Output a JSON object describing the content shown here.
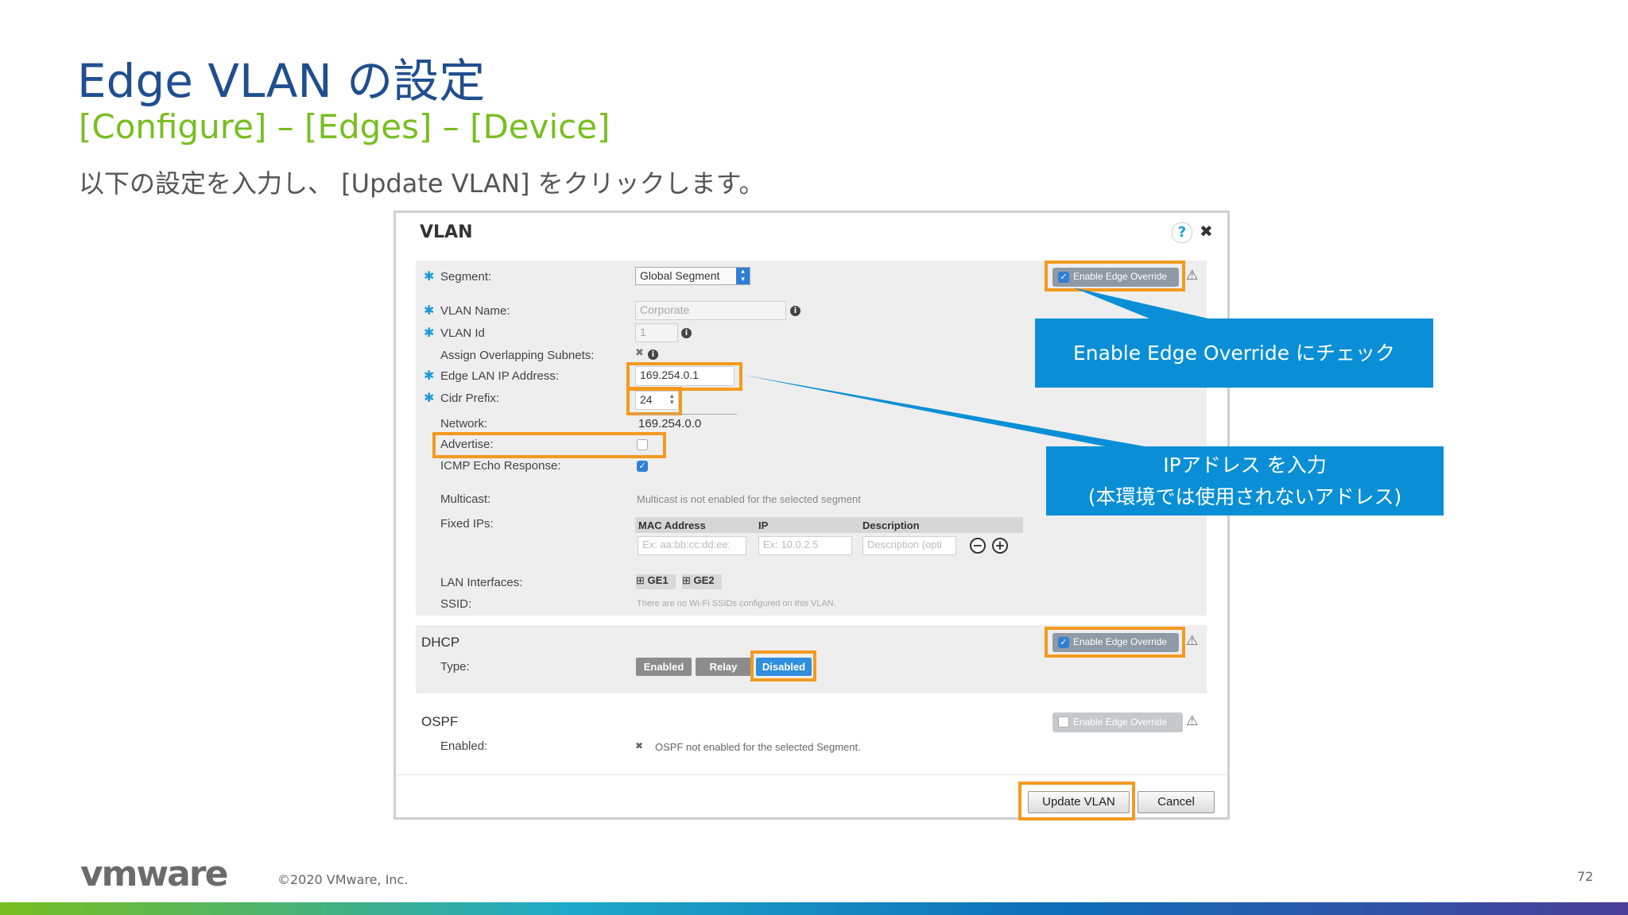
{
  "slide": {
    "title": "Edge VLAN の設定",
    "subtitle": "[Configure] – [Edges] – [Device]",
    "description": "以下の設定を入力し、 [Update VLAN] をクリックします。"
  },
  "dialog": {
    "title": "VLAN",
    "help_icon": "?",
    "close_icon": "✖",
    "vlan_section": {
      "segment_label": "Segment:",
      "segment_value": "Global Segment",
      "override_label": "Enable Edge Override",
      "override_checked": true,
      "vlan_name_label": "VLAN Name:",
      "vlan_name_value": "Corporate",
      "vlan_id_label": "VLAN Id",
      "vlan_id_value": "1",
      "overlap_label": "Assign Overlapping Subnets:",
      "edge_ip_label": "Edge LAN IP Address:",
      "edge_ip_value": "169.254.0.1",
      "cidr_label": "Cidr Prefix:",
      "cidr_value": "24",
      "network_label": "Network:",
      "network_value": "169.254.0.0",
      "advertise_label": "Advertise:",
      "advertise_checked": false,
      "icmp_label": "ICMP Echo Response:",
      "icmp_checked": true,
      "multicast_label": "Multicast:",
      "multicast_value": "Multicast is not enabled for the selected segment",
      "fixed_ips_label": "Fixed IPs:",
      "fixed_ips_columns": [
        "MAC Address",
        "IP",
        "Description"
      ],
      "fixed_ips_placeholders": [
        "Ex: aa:bb:cc:dd:ee:",
        "Ex: 10.0.2.5",
        "Description (opti"
      ],
      "lan_interfaces_label": "LAN Interfaces:",
      "lan_interfaces": [
        "GE1",
        "GE2"
      ],
      "ssid_label": "SSID:",
      "ssid_value": "There are no Wi-Fi SSIDs configured on this VLAN."
    },
    "dhcp_section": {
      "title": "DHCP",
      "override_label": "Enable Edge Override",
      "override_checked": true,
      "type_label": "Type:",
      "types": [
        "Enabled",
        "Relay",
        "Disabled"
      ],
      "selected_type": "Disabled"
    },
    "ospf_section": {
      "title": "OSPF",
      "override_label": "Enable Edge Override",
      "override_checked": false,
      "enabled_label": "Enabled:",
      "enabled_value": "OSPF not enabled for the selected Segment."
    },
    "update_button": "Update VLAN",
    "cancel_button": "Cancel"
  },
  "callouts": {
    "override": "Enable Edge Override にチェック",
    "ip_line1": "IPアドレス を入力",
    "ip_line2": "(本環境では使用されないアドレス)"
  },
  "footer": {
    "logo": "vmware",
    "copyright": "©2020 VMware, Inc.",
    "page_number": "72"
  },
  "colors": {
    "title": "#1f4f8f",
    "subtitle": "#78be20",
    "highlight": "#f39a1e",
    "callout": "#0a8fd6"
  }
}
